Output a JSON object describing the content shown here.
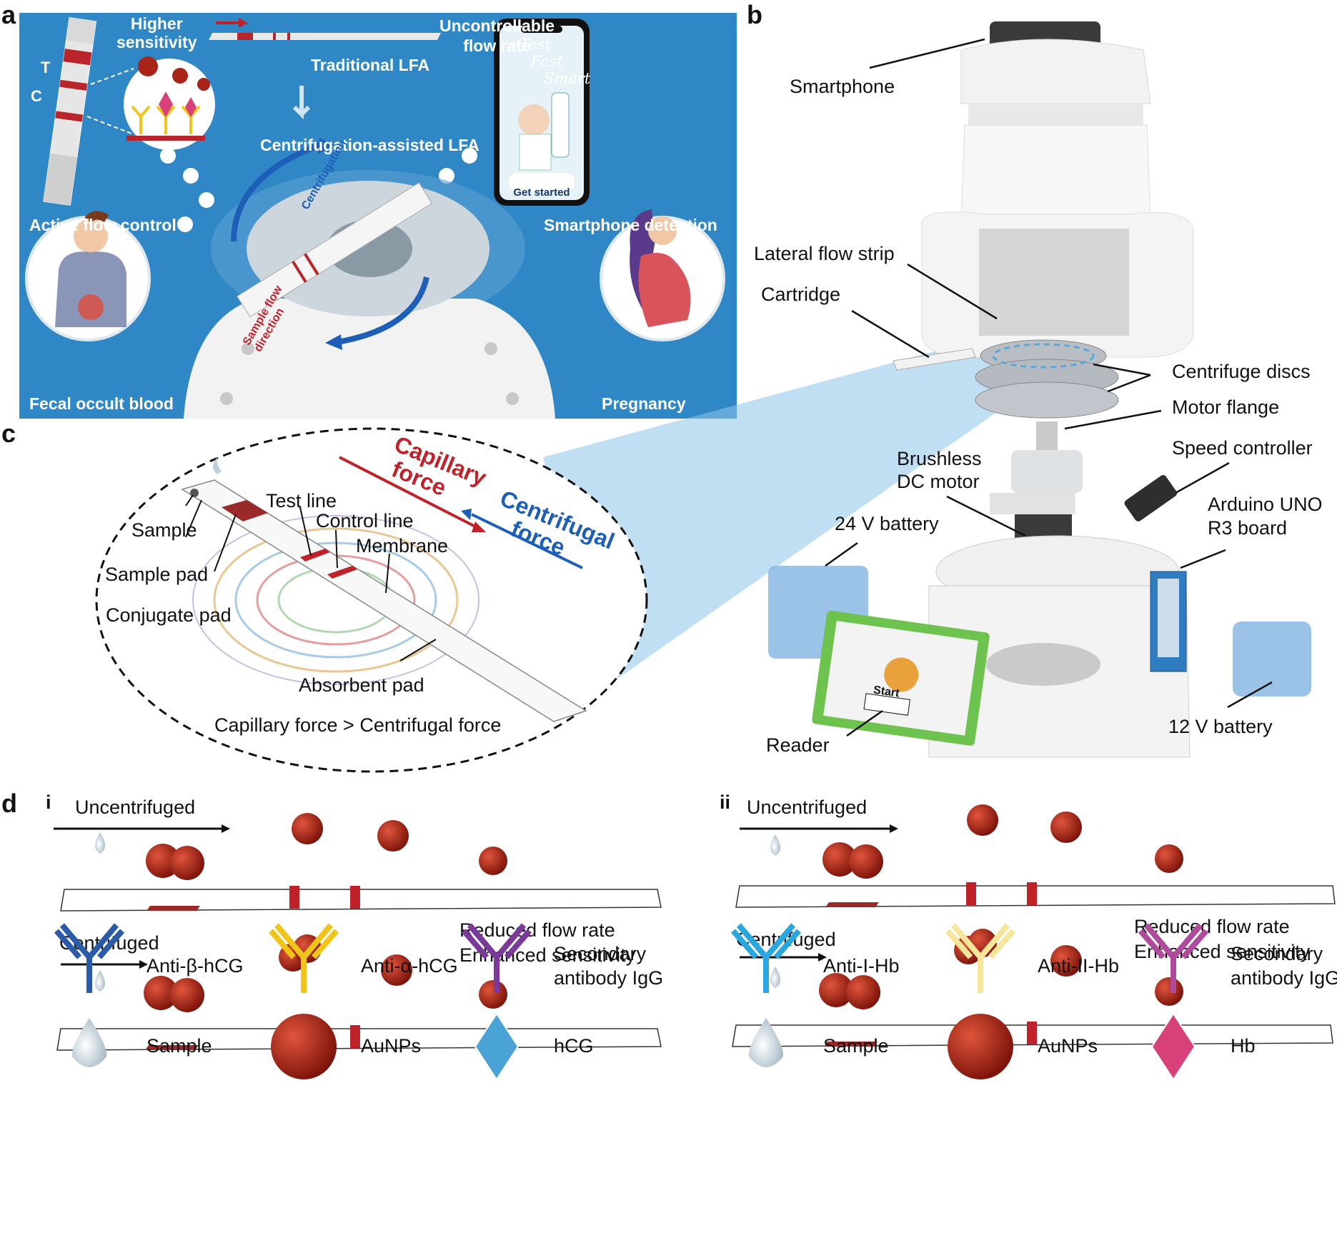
{
  "panel_a": {
    "letter": "a",
    "strip_marks": {
      "t": "T",
      "c": "C"
    },
    "higher_sensitivity": [
      "Higher",
      "sensitivity"
    ],
    "uncontrollable_flow": [
      "Uncontrollable",
      "flow rate"
    ],
    "traditional_lfa": "Traditional LFA",
    "centrifugation_lfa": "Centrifugation-assisted LFA",
    "active_flow_control": "Active flow control",
    "smartphone_detection": "Smartphone detection",
    "phone_text": [
      "Test",
      "Fast",
      "Smart"
    ],
    "phone_button": "Get started",
    "centrifugation": "Centrifugation",
    "sample_flow": [
      "Sample flow",
      "direction"
    ],
    "fecal_occult_blood": "Fecal occult blood",
    "pregnancy": "Pregnancy"
  },
  "panel_b": {
    "letter": "b",
    "labels": {
      "smartphone": "Smartphone",
      "lateral_flow_strip": "Lateral flow strip",
      "cartridge": "Cartridge",
      "centrifuge_discs": "Centrifuge discs",
      "motor_flange": "Motor flange",
      "brushless_motor": [
        "Brushless",
        "DC motor"
      ],
      "speed_controller": "Speed controller",
      "arduino": [
        "Arduino UNO",
        "R3 board"
      ],
      "battery_24": "24 V battery",
      "battery_12": "12 V battery",
      "reader": "Reader",
      "reader_start": "Start"
    }
  },
  "panel_c": {
    "letter": "c",
    "capillary_force": [
      "Capillary",
      "force"
    ],
    "centrifugal_force": [
      "Centrifugal",
      "force"
    ],
    "labels": {
      "test_line": "Test line",
      "control_line": "Control line",
      "membrane": "Membrane",
      "sample": "Sample",
      "sample_pad": "Sample pad",
      "conjugate_pad": "Conjugate pad",
      "absorbent_pad": "Absorbent pad",
      "inequality": "Capillary force > Centrifugal force"
    }
  },
  "panel_d": {
    "letter": "d",
    "sub_i": {
      "numeral": "i",
      "uncentrifuged": "Uncentrifuged",
      "centrifuged": "Centrifuged",
      "note": [
        "Reduced flow rate",
        "Enhanced sensitivity"
      ],
      "legend": [
        {
          "name": "Anti-β-hCG",
          "color": "#2a5aa8"
        },
        {
          "name": "Anti-α-hCG",
          "color": "#f0c419"
        },
        {
          "name": "Secondary\nantibody IgG",
          "color": "#7b3a99"
        },
        {
          "name": "Sample",
          "color": "#c9d7e0"
        },
        {
          "name": "AuNPs",
          "color": "#a82418"
        },
        {
          "name": "hCG",
          "color": "#4aa3d6"
        }
      ]
    },
    "sub_ii": {
      "numeral": "ii",
      "uncentrifuged": "Uncentrifuged",
      "centrifuged": "Centrifuged",
      "note": [
        "Reduced flow rate",
        "Enhanced sensitivity"
      ],
      "legend": [
        {
          "name": "Anti-I-Hb",
          "color": "#2aa7de"
        },
        {
          "name": "Anti-II-Hb",
          "color": "#f5e69a"
        },
        {
          "name": "Secondary\nantibody IgG",
          "color": "#b04a9c"
        },
        {
          "name": "Sample",
          "color": "#c9d7e0"
        },
        {
          "name": "AuNPs",
          "color": "#a82418"
        },
        {
          "name": "Hb",
          "color": "#d8407a"
        }
      ]
    }
  },
  "colors": {
    "panel_a_bg": "#2f87c6",
    "strip_red": "#b8252a",
    "accent_blue": "#1d5fb8"
  }
}
